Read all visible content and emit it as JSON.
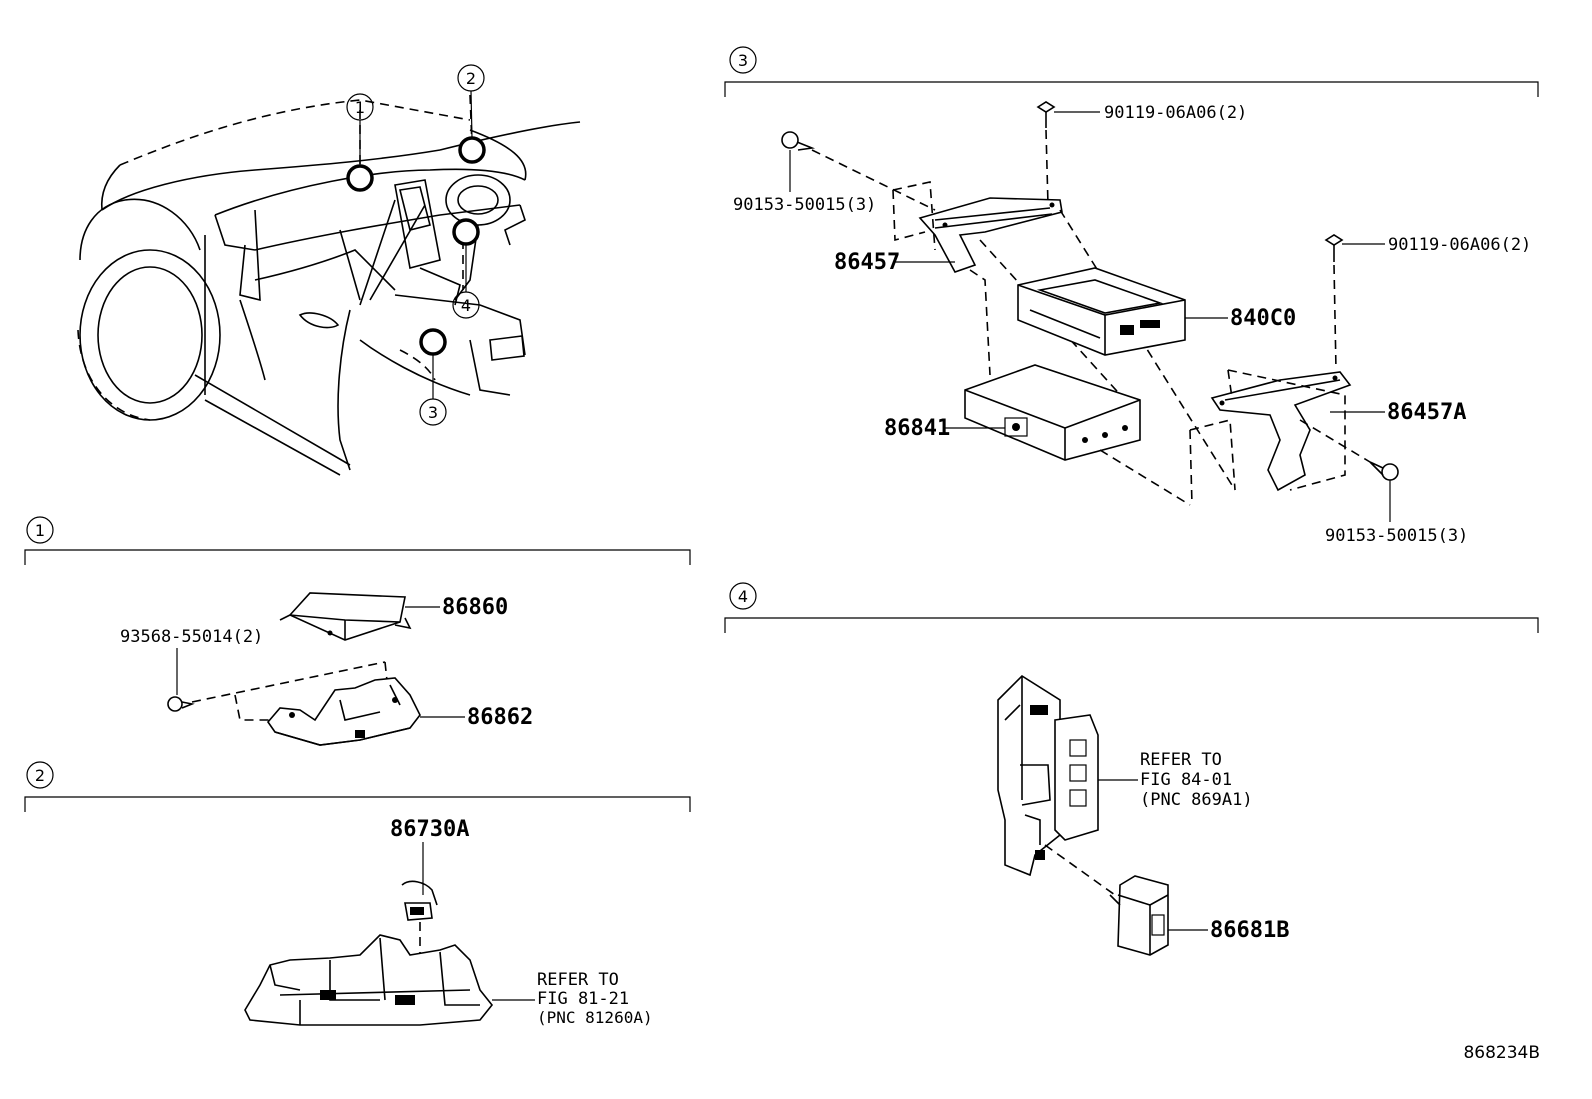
{
  "callouts": {
    "c1": "1",
    "c2": "2",
    "c3": "3",
    "c4": "4"
  },
  "sections": {
    "s1": "1",
    "s2": "2",
    "s3": "3",
    "s4": "4"
  },
  "section1": {
    "p86860": "86860",
    "p86862": "86862",
    "screw": "93568-55014(2)"
  },
  "section2": {
    "p86730A": "86730A",
    "refer_line1": "REFER TO",
    "refer_line2": "FIG 81-21",
    "refer_line3": "(PNC 81260A)"
  },
  "section3": {
    "bolt_top": "90119-06A06(2)",
    "bolt_right": "90119-06A06(2)",
    "screw_left": "90153-50015(3)",
    "screw_right": "90153-50015(3)",
    "p86457": "86457",
    "p840C0": "840C0",
    "p86841": "86841",
    "p86457A": "86457A"
  },
  "section4": {
    "refer_line1": "REFER TO",
    "refer_line2": "FIG 84-01",
    "refer_line3": "(PNC 869A1)",
    "p86681B": "86681B"
  },
  "figure_code": "868234B"
}
